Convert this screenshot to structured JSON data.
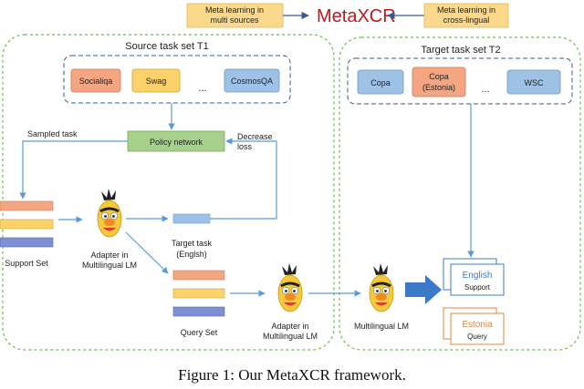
{
  "title": "MetaXCR",
  "meta_multi": [
    "Meta learning  in",
    "multi sources"
  ],
  "meta_cross": [
    "Meta learning  in",
    "cross-lingual"
  ],
  "source_set_title": "Source task set T1",
  "target_set_title": "Target task set T2",
  "source_tasks": [
    "Socialiqa",
    "Swag",
    "CosmosQA"
  ],
  "source_ellipsis": "...",
  "target_tasks": [
    "Copa",
    "Copa\n(Estonia)",
    "WSC"
  ],
  "target_ellipsis": "...",
  "policy_network": "Policy network",
  "sampled_task": "Sampled task",
  "decrease_loss": [
    "Decrease",
    "loss"
  ],
  "adapter_1": [
    "Adapter in",
    "Multilingual LM"
  ],
  "adapter_2": [
    "Adapter in",
    "Multilingual LM"
  ],
  "support_set": "Support Set",
  "target_task": [
    "Target task",
    "(Englsh)"
  ],
  "query_set": "Query Set",
  "multilingual_lm": "Multilingual LM",
  "english_card": [
    "English",
    "Support"
  ],
  "estonia_card": [
    "Estonia",
    "Query"
  ],
  "caption": "Figure 1: Our MetaXCR framework.",
  "colors": {
    "title_red": "#c0171b",
    "meta_box": "#fbd98c",
    "green_dash": "#6cbf4a",
    "blue_dash": "#3a5a8c",
    "task_orange": "#f4a582",
    "task_yellow": "#fdd26a",
    "task_blue": "#9ec2e6",
    "policy_green": "#a8d08d",
    "arrow_blue": "#5b9bd5",
    "big_arrow": "#3c78c8",
    "english_blue": "#3a7cc4",
    "estonia_orange": "#e8863a"
  }
}
